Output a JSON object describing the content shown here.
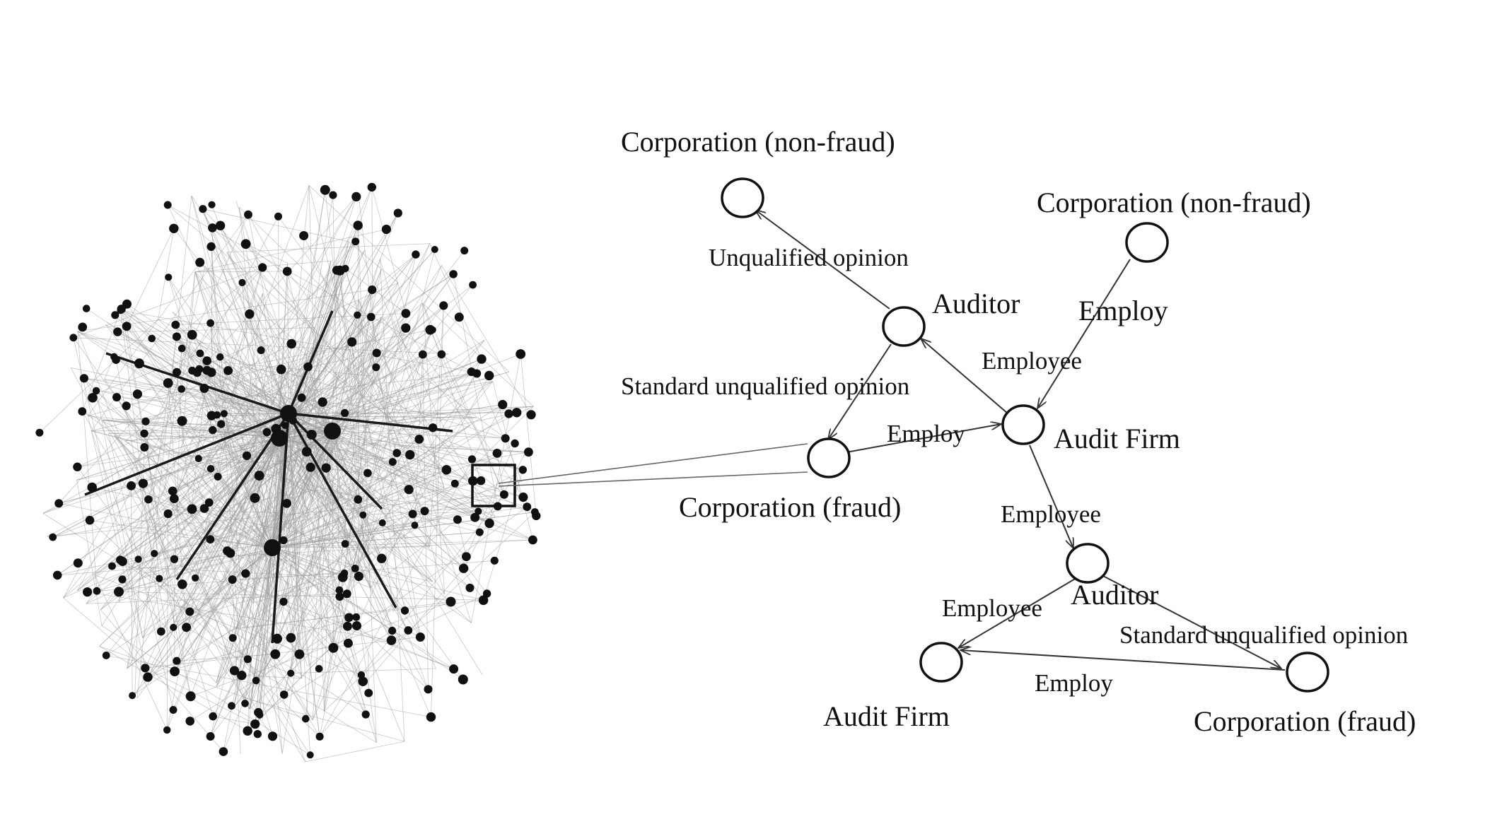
{
  "colors": {
    "ink": "#1a1a1a",
    "edge_gray": "#555555",
    "cloud_dot": "#111111",
    "cloud_edge": "#9a9a9a"
  },
  "detail_graph": {
    "nodes": [
      {
        "id": "n1",
        "label": "Corporation (non-fraud)"
      },
      {
        "id": "n2",
        "label": "Corporation (non-fraud)"
      },
      {
        "id": "n3",
        "label": "Auditor"
      },
      {
        "id": "n4",
        "label": "Audit Firm"
      },
      {
        "id": "n5",
        "label": "Corporation (fraud)"
      },
      {
        "id": "n6",
        "label": "Auditor"
      },
      {
        "id": "n7",
        "label": "Audit Firm"
      },
      {
        "id": "n8",
        "label": "Corporation (fraud)"
      }
    ],
    "edges": [
      {
        "from": "n3",
        "to": "n1",
        "label": "Unqualified opinion"
      },
      {
        "from": "n2",
        "to": "n4",
        "label": "Employ"
      },
      {
        "from": "n4",
        "to": "n3",
        "label": "Employee"
      },
      {
        "from": "n3",
        "to": "n5",
        "label": "Standard unqualified opinion"
      },
      {
        "from": "n5",
        "to": "n4",
        "label": "Employ"
      },
      {
        "from": "n4",
        "to": "n6",
        "label": "Employee"
      },
      {
        "from": "n6",
        "to": "n7",
        "label": "Employee"
      },
      {
        "from": "n6",
        "to": "n8",
        "label": "Standard unqualified opinion"
      },
      {
        "from": "n8",
        "to": "n7",
        "label": "Employ"
      }
    ]
  },
  "overview_network": {
    "node_count": 420,
    "highlighted_region": "zoom-box"
  }
}
